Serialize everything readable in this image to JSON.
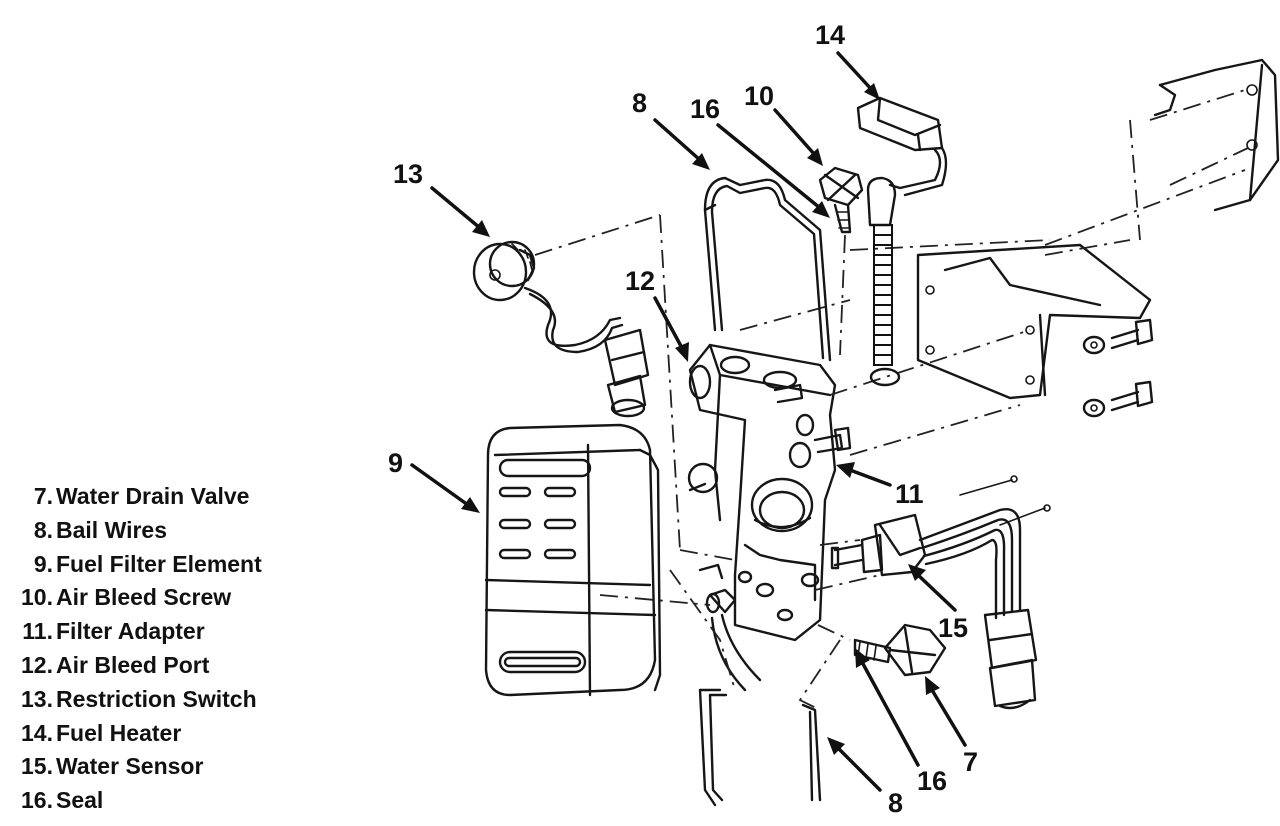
{
  "legend": [
    {
      "number": "7.",
      "label": "Water Drain Valve"
    },
    {
      "number": "8.",
      "label": "Bail Wires"
    },
    {
      "number": "9.",
      "label": "Fuel Filter Element"
    },
    {
      "number": "10.",
      "label": "Air Bleed Screw"
    },
    {
      "number": "11.",
      "label": "Filter Adapter"
    },
    {
      "number": "12.",
      "label": "Air Bleed Port"
    },
    {
      "number": "13.",
      "label": "Restriction Switch"
    },
    {
      "number": "14.",
      "label": "Fuel Heater"
    },
    {
      "number": "15.",
      "label": "Water Sensor"
    },
    {
      "number": "16.",
      "label": "Seal"
    }
  ],
  "callouts": {
    "c14": "14",
    "c8_top": "8",
    "c16_top": "16",
    "c10": "10",
    "c13": "13",
    "c12": "12",
    "c9": "9",
    "c11": "11",
    "c15": "15",
    "c7": "7",
    "c16_bottom": "16",
    "c8_bottom": "8"
  }
}
